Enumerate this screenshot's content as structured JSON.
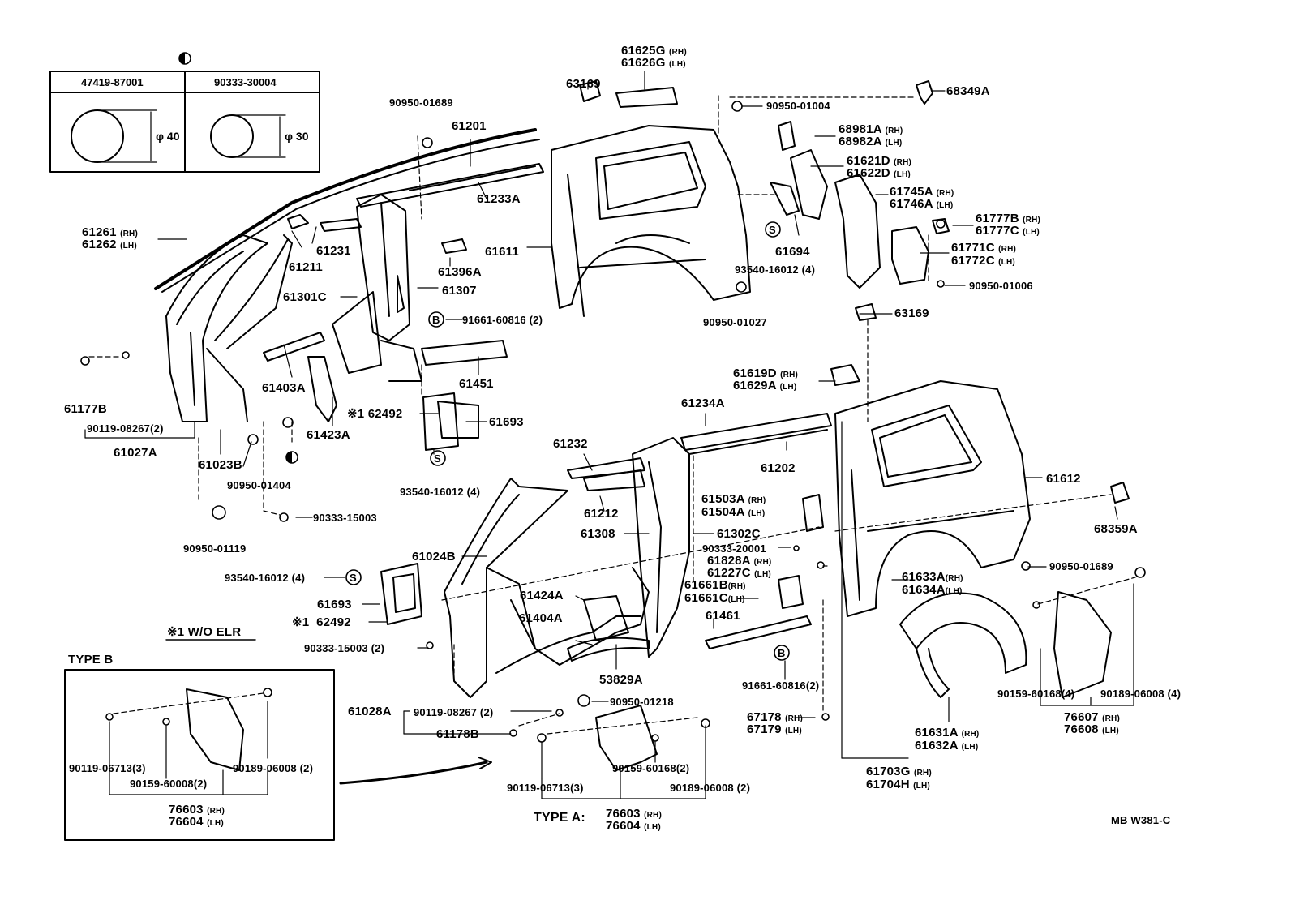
{
  "diagram_code": "MB  W381-C",
  "table": {
    "symbol": "◐",
    "cols": [
      {
        "part": "47419-87001",
        "dia": "φ 40"
      },
      {
        "part": "90333-30004",
        "dia": "φ 30"
      }
    ]
  },
  "note": "※1 W/O ELR",
  "type_b_title": "TYPE  B",
  "type_a_title": "TYPE  A:",
  "labels": {
    "p61625G": "61625G",
    "p61626G": "61626G",
    "p63169a": "63169",
    "p68349A": "68349A",
    "p90950_01689a": "90950-01689",
    "p90950_01004": "90950-01004",
    "p61201": "61201",
    "p68981A": "68981A",
    "p68982A": "68982A",
    "p61621D": "61621D",
    "p61622D": "61622D",
    "p61745A": "61745A",
    "p61746A": "61746A",
    "p61777B": "61777B",
    "p61777C": "61777C",
    "p61233A": "61233A",
    "p61771C": "61771C",
    "p61772C": "61772C",
    "p61261": "61261",
    "p61262": "61262",
    "p61611": "61611",
    "p61694": "61694",
    "p61231": "61231",
    "p61211": "61211",
    "p61396A": "61396A",
    "p93540a": "93540-16012 (4)",
    "p90950_01006": "90950-01006",
    "p61307": "61307",
    "p61301C": "61301C",
    "p90950_01027": "90950-01027",
    "p63169b": "63169",
    "p91661a": "91661-60816 (2)",
    "p61451": "61451",
    "p61403A": "61403A",
    "p61619D": "61619D",
    "p61629A": "61629A",
    "p61177B": "61177B",
    "p90119_08267a": "90119-08267(2)",
    "p61027A": "61027A",
    "p61423A": "61423A",
    "p62492a": "62492",
    "p61693a": "61693",
    "p61234A": "61234A",
    "p61023B": "61023B",
    "p61232": "61232",
    "p61202": "61202",
    "p90950_01404": "90950-01404",
    "p93540b": "93540-16012 (4)",
    "p61612": "61612",
    "p90333_15003a": "90333-15003",
    "p61212": "61212",
    "p61503A": "61503A",
    "p61504A": "61504A",
    "p68359A": "68359A",
    "p90950_01119": "90950-01119",
    "p61308": "61308",
    "p61302C": "61302C",
    "p61024B": "61024B",
    "p90333_20001": "90333-20001",
    "p61828A": "61828A",
    "p61227C": "61227C",
    "p90950_01689b": "90950-01689",
    "p93540c": "93540-16012 (4)",
    "p61633A": "61633A",
    "p61634A": "61634A",
    "p61693b": "61693",
    "p61424A": "61424A",
    "p61661B": "61661B",
    "p61661C": "61661C",
    "p62492b": "62492",
    "p61404A": "61404A",
    "p61461": "61461",
    "p90333_15003b": "90333-15003 (2)",
    "p53829A": "53829A",
    "p91661b": "91661-60816(2)",
    "p90159_60168a": "90159-60168(4)",
    "p90189_06008a": "90189-06008 (4)",
    "p61028A": "61028A",
    "p90119_08267b": "90119-08267 (2)",
    "p90950_01218": "90950-01218",
    "p76607": "76607",
    "p76608": "76608",
    "p67178": "67178",
    "p67179": "67179",
    "p61631A": "61631A",
    "p61632A": "61632A",
    "p61178B": "61178B",
    "p90119_06713b": "90119-06713(3)",
    "p90189_06008b": "90189-06008 (2)",
    "p90159_60008": "90159-60008(2)",
    "p76603b": "76603",
    "p76604b": "76604",
    "p90159_60168b": "90159-60168(2)",
    "p90119_06713a": "90119-06713(3)",
    "p90189_06008c": "90189-06008 (2)",
    "p61703G": "61703G",
    "p61704H": "61704H",
    "p76603a": "76603",
    "p76604a": "76604",
    "rh": "(RH)",
    "lh": "(LH)",
    "s": "S",
    "b": "B",
    "x1": "※1"
  }
}
